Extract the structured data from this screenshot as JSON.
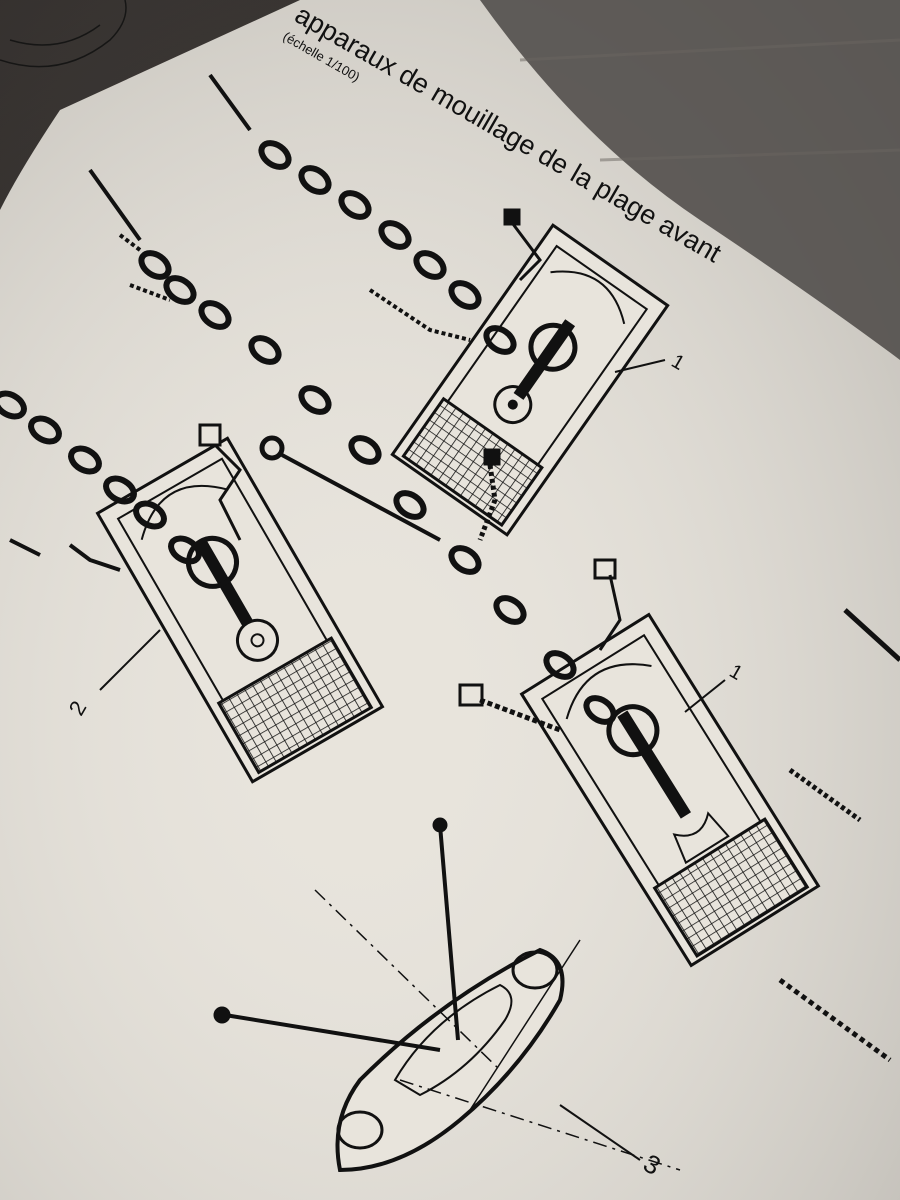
{
  "photo": {
    "subject": "photo of a printed ship model plan sheet",
    "paper_color": "#e8e4dc",
    "ink_color": "#111111",
    "background_color": "#2a2624"
  },
  "plan": {
    "title": "apparaux de mouillage de la plage avant",
    "scale_label": "(échelle 1/100)",
    "callouts": [
      {
        "id": "callout-1-top",
        "label": "1"
      },
      {
        "id": "callout-1-middle",
        "label": "1"
      },
      {
        "id": "callout-2",
        "label": "2"
      },
      {
        "id": "callout-3",
        "label": "3"
      }
    ]
  }
}
